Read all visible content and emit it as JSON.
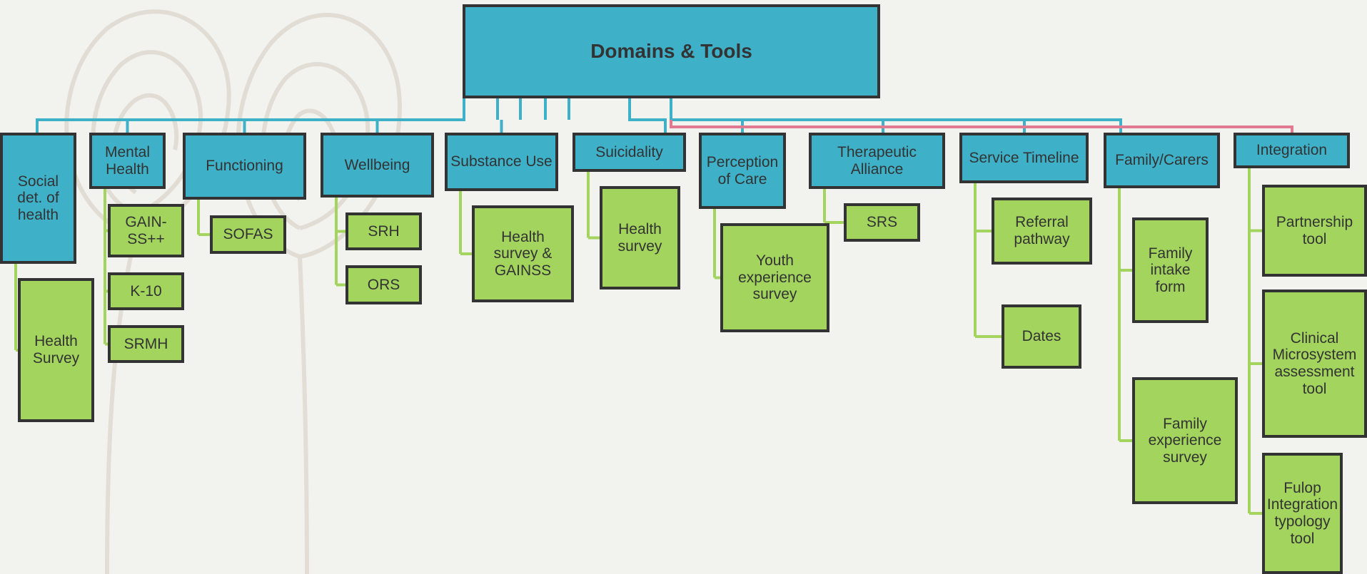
{
  "root": {
    "label": "Domains & Tools"
  },
  "colors": {
    "domain_fill": "#3eb0c8",
    "tool_fill": "#a2d45e",
    "border": "#333333",
    "domain_connector": "#3eb0c8",
    "tool_connector": "#a2d45e",
    "highlight_connector": "#e07a90",
    "background": "#f2f2ee"
  },
  "domains": [
    {
      "label": "Social\ndet. of\nhealth",
      "tools": [
        "Health\nSurvey"
      ]
    },
    {
      "label": "Mental\nHealth",
      "tools": [
        "GAIN-\nSS++",
        "K-10",
        "SRMH"
      ]
    },
    {
      "label": "Functioning",
      "tools": [
        "SOFAS"
      ]
    },
    {
      "label": "Wellbeing",
      "tools": [
        "SRH",
        "ORS"
      ]
    },
    {
      "label": "Substance Use",
      "tools": [
        "Health\nsurvey &\nGAINSS"
      ]
    },
    {
      "label": "Suicidality",
      "tools": [
        "Health\nsurvey"
      ]
    },
    {
      "label": "Perception\nof Care",
      "tools": [
        "Youth\nexperience\nsurvey"
      ]
    },
    {
      "label": "Therapeutic\nAlliance",
      "tools": [
        "SRS"
      ]
    },
    {
      "label": "Service Timeline",
      "tools": [
        "Referral\npathway",
        "Dates"
      ]
    },
    {
      "label": "Family/Carers",
      "tools": [
        "Family\nintake\nform",
        "Family\nexperience\nsurvey"
      ]
    },
    {
      "label": "Integration",
      "tools": [
        "Partnership\ntool",
        "Clinical\nMicrosystem\nassessment\ntool",
        "Fulop\nIntegration\ntypology\ntool"
      ]
    }
  ]
}
